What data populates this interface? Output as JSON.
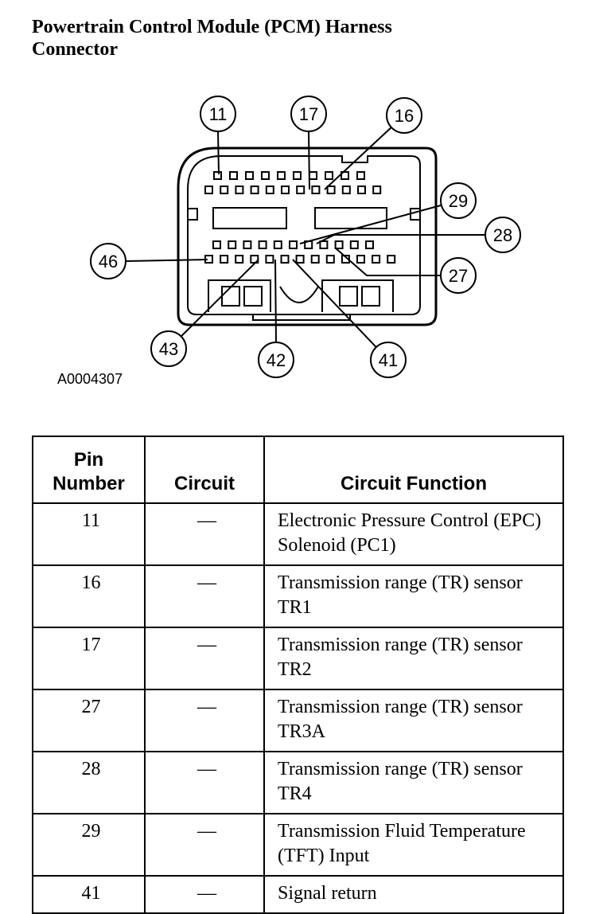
{
  "title_line1": "Powertrain Control Module (PCM) Harness",
  "title_line2": "Connector",
  "figure_id": "A0004307",
  "callouts": [
    "11",
    "17",
    "16",
    "29",
    "28",
    "46",
    "27",
    "43",
    "42",
    "41"
  ],
  "table": {
    "headers": {
      "pin_line1": "Pin",
      "pin_line2": "Number",
      "circuit": "Circuit",
      "function": "Circuit Function"
    },
    "rows": [
      {
        "pin": "11",
        "circuit": "—",
        "function": "Electronic Pressure Control (EPC) Solenoid (PC1)"
      },
      {
        "pin": "16",
        "circuit": "—",
        "function": "Transmission range (TR) sensor TR1"
      },
      {
        "pin": "17",
        "circuit": "—",
        "function": "Transmission range (TR) sensor TR2"
      },
      {
        "pin": "27",
        "circuit": "—",
        "function": "Transmission range (TR) sensor TR3A"
      },
      {
        "pin": "28",
        "circuit": "—",
        "function": "Transmission range (TR) sensor TR4"
      },
      {
        "pin": "29",
        "circuit": "—",
        "function": "Transmission Fluid Temperature (TFT) Input"
      },
      {
        "pin": "41",
        "circuit": "—",
        "function": "Signal return"
      }
    ]
  }
}
